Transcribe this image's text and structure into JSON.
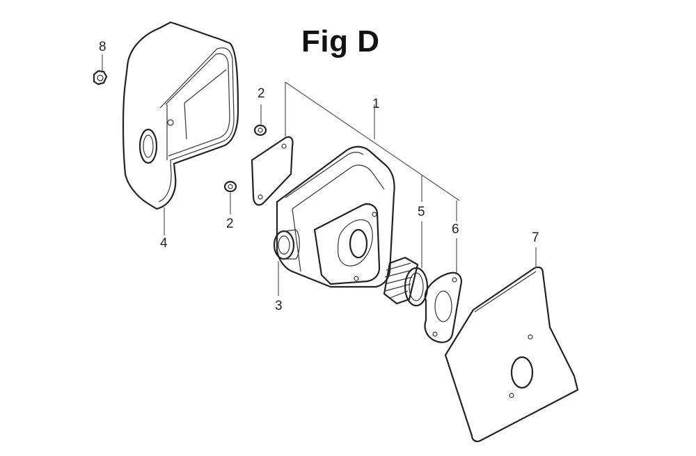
{
  "figure": {
    "title": "Fig D",
    "callouts": {
      "c1": "1",
      "c2a": "2",
      "c2b": "2",
      "c3": "3",
      "c4": "4",
      "c5": "5",
      "c6": "6",
      "c7": "7",
      "c8": "8"
    }
  }
}
